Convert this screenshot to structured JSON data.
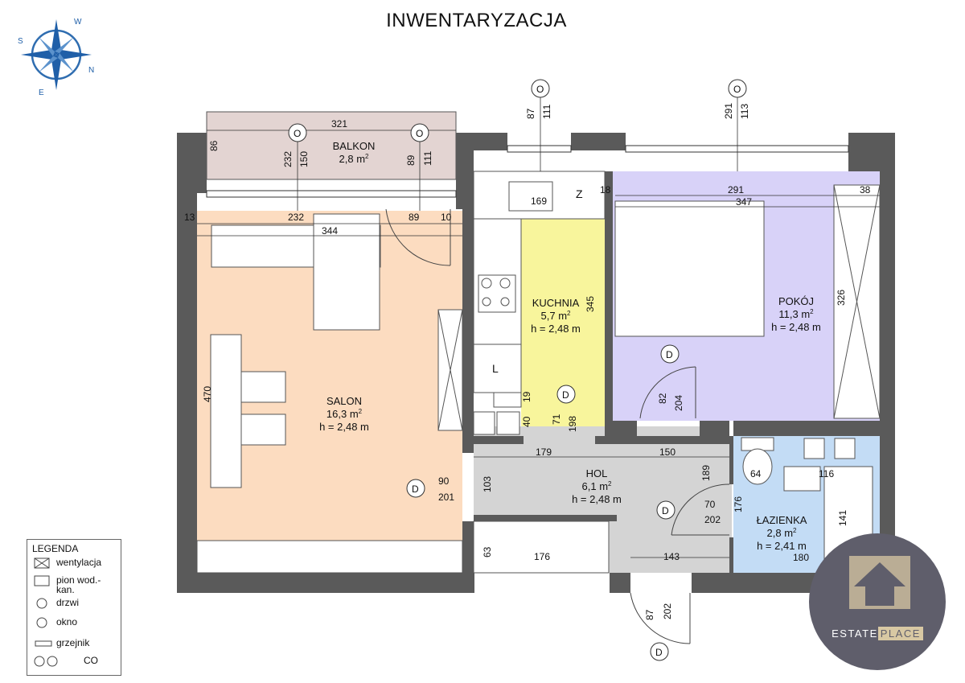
{
  "title": "INWENTARYZACJA",
  "compass": {
    "labels": [
      "W",
      "N",
      "E",
      "S"
    ]
  },
  "rooms": [
    {
      "id": "salon",
      "name": "SALON",
      "area": "16,3",
      "unit": "m",
      "height": "h = 2,48 m",
      "fill": "#fcdcc0"
    },
    {
      "id": "kuchnia",
      "name": "KUCHNIA",
      "area": "5,7",
      "unit": "m",
      "height": "h = 2,48 m",
      "fill": "#f8f59c"
    },
    {
      "id": "pokoj",
      "name": "POKÓJ",
      "area": "11,3",
      "unit": "m",
      "height": "h = 2,48 m",
      "fill": "#d8d2f8"
    },
    {
      "id": "hol",
      "name": "HOL",
      "area": "6,1",
      "unit": "m",
      "height": "h = 2,48 m",
      "fill": "#d4d4d4"
    },
    {
      "id": "lazienka",
      "name": "ŁAZIENKA",
      "area": "2,8",
      "unit": "m",
      "height": "h = 2,41 m",
      "fill": "#c3dcf5"
    },
    {
      "id": "balkon",
      "name": "BALKON",
      "area": "2,8",
      "unit": "m",
      "height": "",
      "fill": "#e3d4d2"
    }
  ],
  "superscript": "2",
  "kitchen_marks": {
    "fridge": "Z",
    "storage": "L"
  },
  "markers": {
    "door": "D",
    "window": "O"
  },
  "dims": {
    "balkon_width": "321",
    "balkon_depth": "86",
    "balkon_w1_width": "232",
    "balkon_w1_height": "150",
    "balkon_w2_width": "89",
    "balkon_w2_height": "111",
    "salon_top_left": "13",
    "salon_top_232": "232",
    "salon_top_89": "89",
    "salon_top_10": "10",
    "salon_width": "344",
    "salon_depth": "470",
    "salon_door_w": "90",
    "salon_door_h": "201",
    "kitchen_win_w": "87",
    "kitchen_win_h": "111",
    "kitchen_sink": "169",
    "kitchen_18": "18",
    "kitchen_depth": "345",
    "kitchen_19": "19",
    "kitchen_40": "40",
    "kitchen_door_w": "71",
    "kitchen_door_h": "198",
    "pokoj_win_w": "291",
    "pokoj_win_h": "113",
    "pokoj_291": "291",
    "pokoj_width": "347",
    "pokoj_38": "38",
    "pokoj_depth": "326",
    "pokoj_door_w": "82",
    "pokoj_door_h": "204",
    "hol_179": "179",
    "hol_150": "150",
    "hol_103": "103",
    "hol_189": "189",
    "hol_63": "63",
    "hol_176": "176",
    "hol_143": "143",
    "entry_door_w": "87",
    "entry_door_h": "202",
    "laz_door_w": "70",
    "laz_door_h": "202",
    "laz_176": "176",
    "laz_64": "64",
    "laz_116": "116",
    "laz_141": "141",
    "laz_180": "180"
  },
  "legend": {
    "title": "LEGENDA",
    "items": [
      {
        "label": "wentylacja"
      },
      {
        "label": "pion wod.-\nkan."
      },
      {
        "label": "drzwi"
      },
      {
        "label": "okno"
      },
      {
        "label": "grzejnik"
      },
      {
        "label": "CO"
      }
    ]
  },
  "brand": {
    "part1": "ESTATE",
    "part2": "PLACE",
    "color_circle": "#5f5e6b",
    "color_accent": "#d8c8a3"
  },
  "colors": {
    "wall": "#5a5a5a",
    "line": "#333333"
  }
}
